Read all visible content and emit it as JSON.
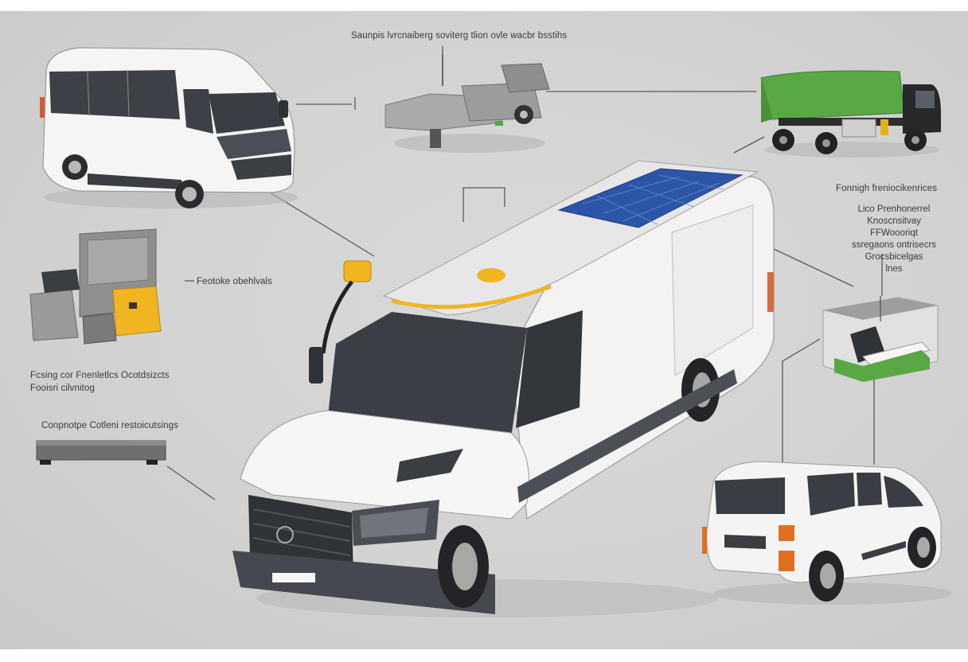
{
  "diagram": {
    "type": "illustrated component diagram",
    "subject": "Electric van conversion / vehicle component overview",
    "background": "#d3d3d3",
    "accent_colors": {
      "vehicle_body": "#f4f4f4",
      "glass": "#3b3f45",
      "trim": "#4a4d52",
      "solar_panel": "#2c55a8",
      "charger_yellow": "#f2b522",
      "tank_green": "#5aa845",
      "indicator_orange": "#e0701f",
      "connector_line": "#555555"
    }
  },
  "labels": {
    "top_center": "Saunpis lvrcnaiberg soviterg tlion ovle wacbr bsstihs",
    "right_top": "Fonnigh freniocikenrices",
    "right_stack": [
      "Lico Prenhonerrel",
      "Knoscnsitvay",
      "FFWoooriqt",
      "ssregaons ontrisecrs",
      "Grocsbicelgas",
      "lnes"
    ],
    "left_middle": "Feotoke obehlvals",
    "left_lower": [
      "Fcsing cor Fnenletlcs Ocotdsizcts",
      "Fooisri cilvnitog"
    ],
    "left_bottom": "Conpnotpe Cotleni restoicutsings"
  },
  "components": [
    {
      "id": "minibus",
      "name": "White passenger minibus",
      "position": "top-left"
    },
    {
      "id": "chassis-module",
      "name": "Grey chassis / drivetrain module",
      "position": "top-center"
    },
    {
      "id": "green-truck",
      "name": "Green refuse / tanker truck",
      "position": "top-right"
    },
    {
      "id": "battery-cabinet",
      "name": "Grey cabinet with yellow battery unit",
      "position": "left-middle"
    },
    {
      "id": "battery-tray",
      "name": "Flat grey battery tray",
      "position": "left-bottom"
    },
    {
      "id": "main-van",
      "name": "White cargo van with roof solar panel and yellow charger",
      "position": "center"
    },
    {
      "id": "seat-module",
      "name": "Seat module in glass box with green base",
      "position": "right-middle"
    },
    {
      "id": "mpv",
      "name": "White compact MPV rear view",
      "position": "bottom-right"
    }
  ]
}
